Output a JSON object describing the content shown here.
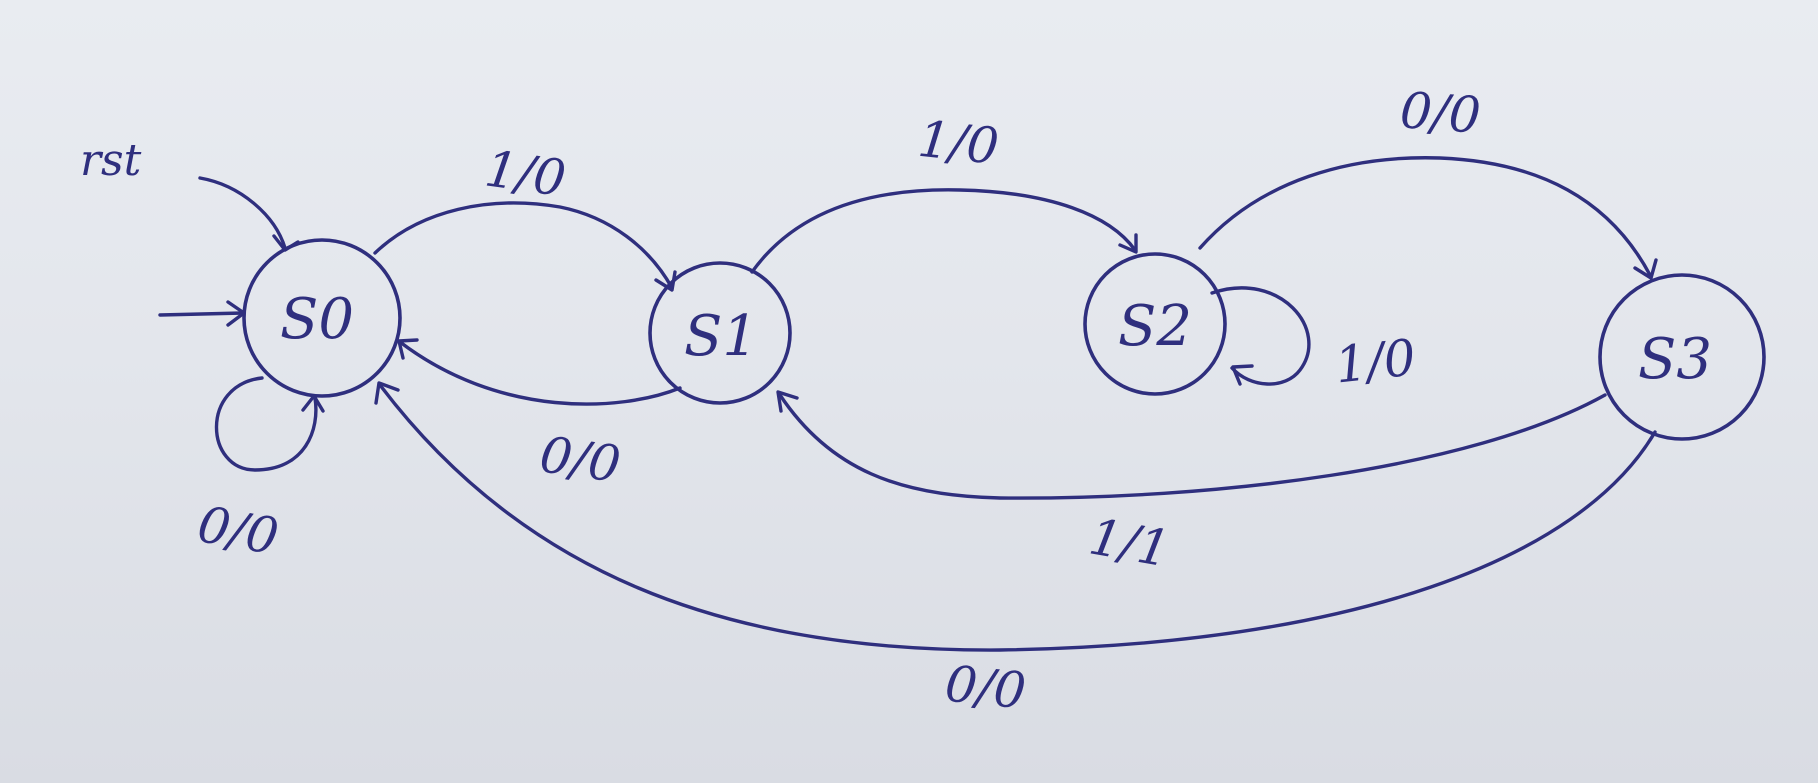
{
  "diagram": {
    "type": "state-diagram",
    "reset_label": "rst",
    "states": [
      {
        "id": "S0",
        "label": "S0"
      },
      {
        "id": "S1",
        "label": "S1"
      },
      {
        "id": "S2",
        "label": "S2"
      },
      {
        "id": "S3",
        "label": "S3"
      }
    ],
    "transitions": [
      {
        "from": "S0",
        "to": "S0",
        "label": "0/0"
      },
      {
        "from": "S0",
        "to": "S1",
        "label": "1/0"
      },
      {
        "from": "S1",
        "to": "S0",
        "label": "0/0"
      },
      {
        "from": "S1",
        "to": "S2",
        "label": "1/0"
      },
      {
        "from": "S2",
        "to": "S2",
        "label": "1/0"
      },
      {
        "from": "S2",
        "to": "S3",
        "label": "0/0"
      },
      {
        "from": "S3",
        "to": "S1",
        "label": "1/1"
      },
      {
        "from": "S3",
        "to": "S0",
        "label": "0/0"
      }
    ]
  },
  "colors": {
    "ink": "#2f2f7e",
    "paper": "#e5e8ee"
  }
}
